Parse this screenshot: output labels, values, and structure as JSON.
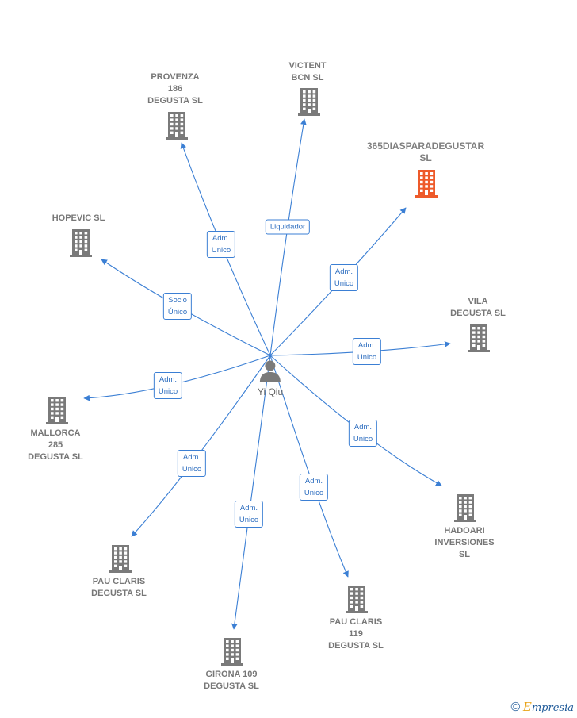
{
  "center": {
    "label": "Yi Qiu"
  },
  "nodes": [
    {
      "id": "provenza",
      "label": "PROVENZA\n186\nDEGUSTA SL",
      "highlight": false
    },
    {
      "id": "victent",
      "label": "VICTENT\nBCN SL",
      "highlight": false
    },
    {
      "id": "365",
      "label": "365DIASPARADEGUSTAR\nSL",
      "highlight": true
    },
    {
      "id": "hopevic",
      "label": "HOPEVIC SL",
      "highlight": false
    },
    {
      "id": "vila",
      "label": "VILA\nDEGUSTA SL",
      "highlight": false
    },
    {
      "id": "mallorca",
      "label": "MALLORCA\n285\nDEGUSTA SL",
      "highlight": false
    },
    {
      "id": "hadoari",
      "label": "HADOARI\nINVERSIONES\nSL",
      "highlight": false
    },
    {
      "id": "pauclaris",
      "label": "PAU CLARIS\nDEGUSTA SL",
      "highlight": false
    },
    {
      "id": "pauclaris119",
      "label": "PAU CLARIS\n119\nDEGUSTA SL",
      "highlight": false
    },
    {
      "id": "girona",
      "label": "GIRONA 109\nDEGUSTA SL",
      "highlight": false
    }
  ],
  "edges": [
    {
      "to": "provenza",
      "role": "Adm.\nUnico"
    },
    {
      "to": "victent",
      "role": "Liquidador"
    },
    {
      "to": "365",
      "role": "Adm.\nUnico"
    },
    {
      "to": "hopevic",
      "role": "Socio\nÚnico"
    },
    {
      "to": "vila",
      "role": "Adm.\nUnico"
    },
    {
      "to": "mallorca",
      "role": "Adm.\nUnico"
    },
    {
      "to": "hadoari",
      "role": "Adm.\nUnico"
    },
    {
      "to": "pauclaris",
      "role": "Adm.\nUnico"
    },
    {
      "to": "pauclaris119",
      "role": "Adm.\nUnico"
    },
    {
      "to": "girona",
      "role": "Adm.\nUnico"
    }
  ],
  "colors": {
    "edge": "#3b7fd4",
    "building": "#7a7a7a",
    "building_highlight": "#ee5a2a"
  },
  "footer": {
    "symbol": "©",
    "brand_initial": "E",
    "brand_rest": "mpresia"
  }
}
